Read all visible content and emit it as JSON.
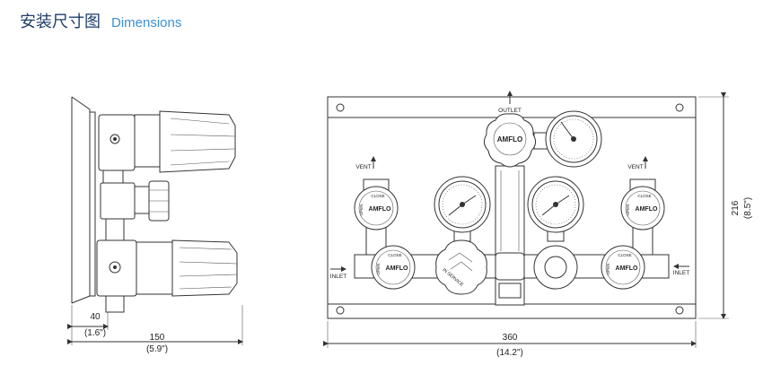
{
  "header": {
    "title_cn": "安装尺寸图",
    "title_en": "Dimensions"
  },
  "side_view": {
    "depth_mm": "40",
    "depth_in": "(1.6\")",
    "width_mm": "150",
    "width_in": "(5.9\")"
  },
  "front_view": {
    "width_mm": "360",
    "width_in": "(14.2\")",
    "height_mm": "216",
    "height_in": "(8.5\")",
    "labels": {
      "outlet": "OUTLET",
      "vent_left": "VENT",
      "vent_right": "VENT",
      "inlet_left": "INLET",
      "inlet_right": "INLET"
    },
    "knob_brand": "AMFLO",
    "valve_open": "OPEN",
    "valve_close": "CLOSE",
    "regulator_label": "IN SERVICE"
  }
}
